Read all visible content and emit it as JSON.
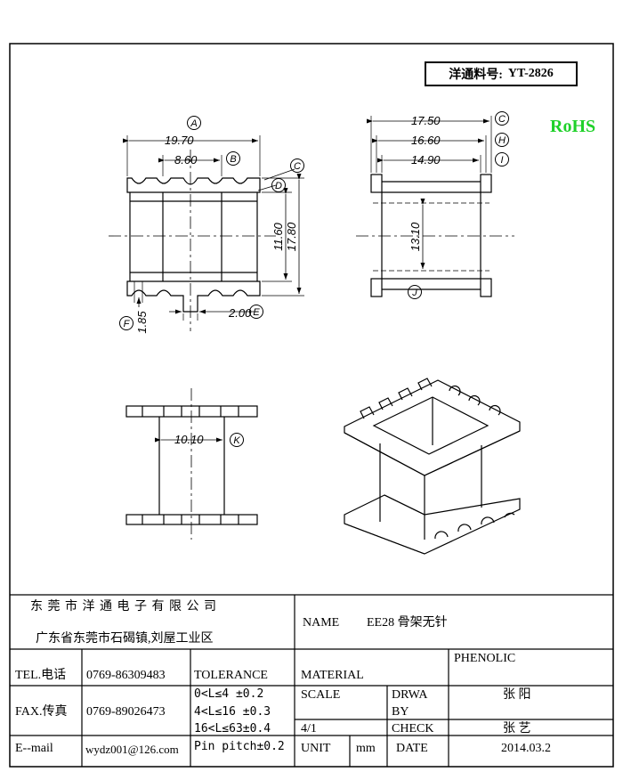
{
  "part_number": {
    "label": "洋通料号:",
    "value": "YT-2826"
  },
  "rohs": "RoHS",
  "dimensions": {
    "d_19_70": "19.70",
    "d_8_60": "8.60",
    "d_11_60": "11.60",
    "d_17_80": "17.80",
    "d_1_85": "1.85",
    "d_2_00": "2.00",
    "d_17_50": "17.50",
    "d_16_60": "16.60",
    "d_14_90": "14.90",
    "d_13_10": "13.10",
    "d_10_10": "10.10"
  },
  "callouts": {
    "A": "A",
    "B": "B",
    "C": "C",
    "D": "D",
    "E": "E",
    "F": "F",
    "G": "C",
    "H": "H",
    "I": "I",
    "J": "J",
    "K": "K"
  },
  "title_block": {
    "company": "东 莞 市 洋 通 电 子 有 限 公 司",
    "address": "广东省东莞市石碣镇,刘屋工业区",
    "name_label": "NAME",
    "name_value": "EE28 骨架无针",
    "material_value": "PHENOLIC",
    "tel_label": "TEL.电话",
    "tel_value": "0769-86309483",
    "tolerance_label": "TOLERANCE",
    "material_label": "MATERIAL",
    "fax_label": "FAX.传真",
    "fax_value": "0769-89026473",
    "tol_1": "0<L≤4 ±0.2",
    "tol_2": "4<L≤16 ±0.3",
    "tol_3": "16<L≤63±0.4",
    "tol_4": "Pin pitch±0.2",
    "scale_label": "SCALE",
    "scale_value": "4/1",
    "drawn_label_1": "DRWA",
    "drawn_label_2": "BY",
    "drawn_value": "张 阳",
    "check_label": "CHECK",
    "check_value": "张 艺",
    "email_label": "E--mail",
    "email_value": "wydz001@126.com",
    "unit_label": "UNIT",
    "unit_value": "mm",
    "date_label": "DATE",
    "date_value": "2014.03.2"
  }
}
